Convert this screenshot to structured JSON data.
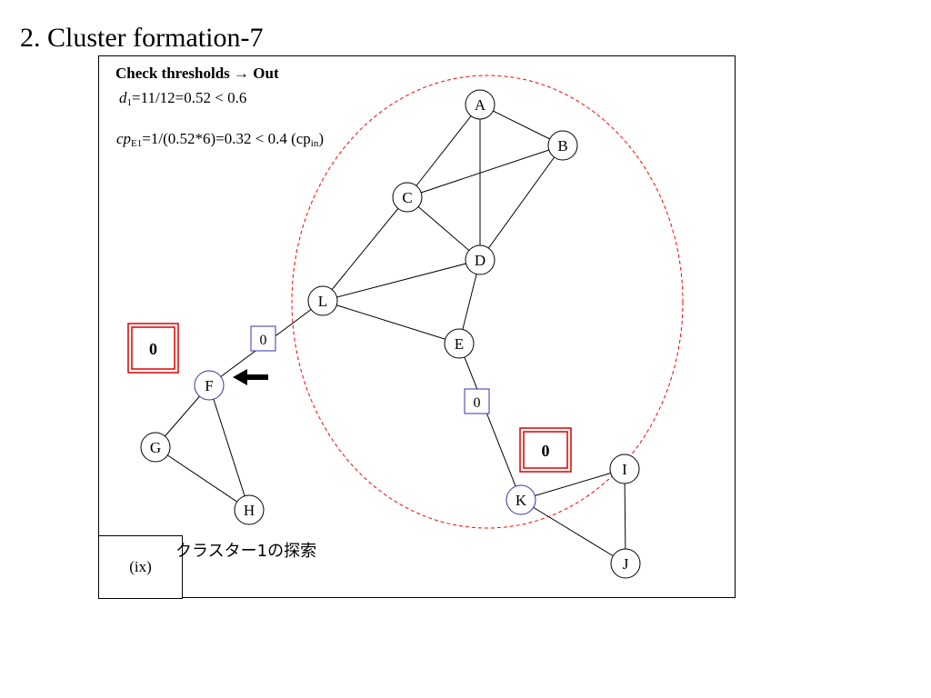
{
  "title": "2. Cluster formation-7",
  "notes": {
    "heading_prefix": "Check thresholds ",
    "heading_arrow": "→",
    "heading_suffix": " Out",
    "density_var": "d",
    "density_sub": "1",
    "density_rest": "=11/12=0.52 < 0.6",
    "cp_var": "cp",
    "cp_sub": "E1",
    "cp_rest": "=1/(0.52*6)=0.32 < 0.4 (cp",
    "cp_sub2": "in",
    "cp_close": ")"
  },
  "panel_label": "(ix)",
  "caption": "クラスター1の探索",
  "nodes": {
    "A": "A",
    "B": "B",
    "C": "C",
    "D": "D",
    "L": "L",
    "E": "E",
    "F": "F",
    "G": "G",
    "H": "H",
    "I": "I",
    "J": "J",
    "K": "K"
  },
  "counters": {
    "edge_lf": "0",
    "edge_ek": "0",
    "left_total": "0",
    "right_total": "0"
  },
  "edges": [
    [
      "A",
      "B"
    ],
    [
      "A",
      "C"
    ],
    [
      "A",
      "D"
    ],
    [
      "B",
      "C"
    ],
    [
      "B",
      "D"
    ],
    [
      "C",
      "D"
    ],
    [
      "C",
      "L"
    ],
    [
      "D",
      "L"
    ],
    [
      "D",
      "E"
    ],
    [
      "L",
      "E"
    ],
    [
      "L",
      "F"
    ],
    [
      "E",
      "K"
    ],
    [
      "F",
      "G"
    ],
    [
      "F",
      "H"
    ],
    [
      "G",
      "H"
    ],
    [
      "K",
      "I"
    ],
    [
      "K",
      "J"
    ],
    [
      "I",
      "J"
    ]
  ],
  "highlighted_nodes": [
    "F",
    "K"
  ],
  "colors": {
    "cluster_boundary": "#ff0000",
    "highlight_node": "#3333aa",
    "counter_box": "#3333aa",
    "total_box": "#dd0000"
  }
}
